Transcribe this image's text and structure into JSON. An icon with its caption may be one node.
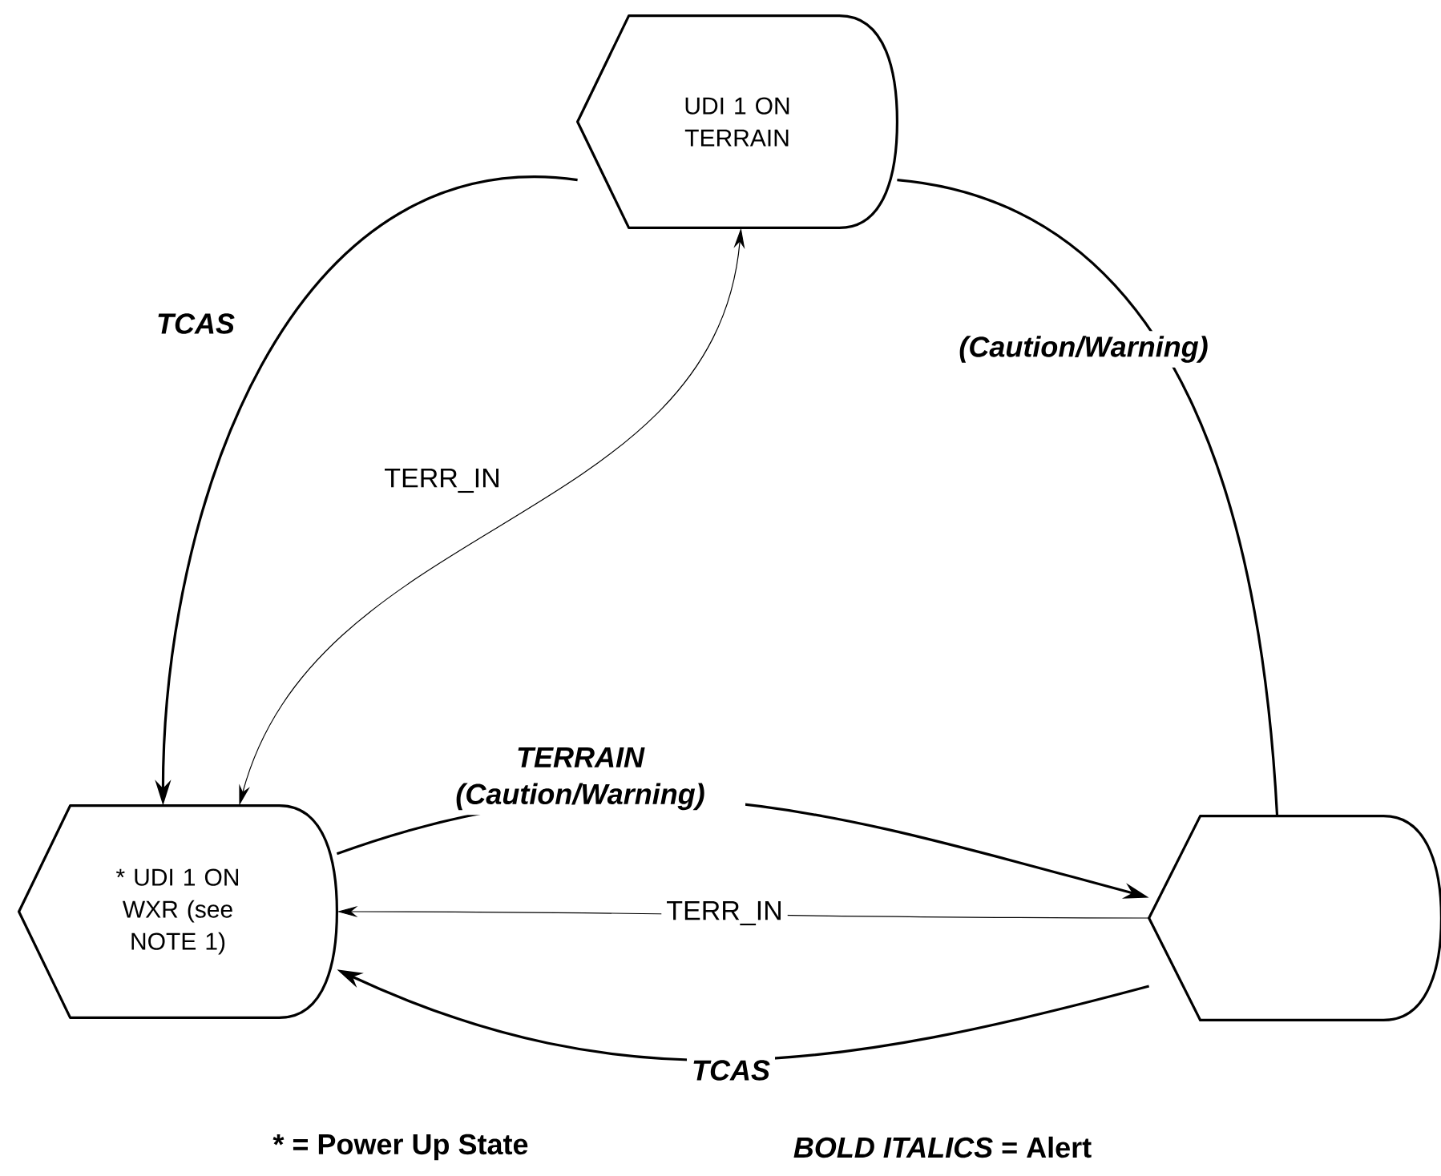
{
  "diagram": {
    "nodes": [
      {
        "text": [
          "UDI 1 ON TERRAIN"
        ]
      },
      {
        "text": [
          "* UDI 1 ON WXR (see NOTE 1)"
        ]
      },
      {
        "text": [],
        "shape": "box"
      }
    ],
    "edges": [
      {
        "from": 0,
        "to": 1,
        "arrow": "to",
        "label": "TCAS"
      },
      {
        "from": 0,
        "to": 1,
        "arrow": "both",
        "label": "TERR_IN"
      },
      {
        "from": 0,
        "to": 2,
        "arrow": "none",
        "label": "(Caution/Warning)"
      },
      {
        "from": 1,
        "to": 2,
        "arrow": "to",
        "label": "TERRAIN (Caution/Warning)"
      },
      {
        "from": 2,
        "to": 1,
        "arrow": "to",
        "label": "TERR_IN"
      },
      {
        "from": 2,
        "to": 1,
        "arrow": "to",
        "label": "TCAS"
      }
    ],
    "labels": [
      "* = Power Up State",
      "*BOLD ITALICS* = Alert"
    ]
  }
}
